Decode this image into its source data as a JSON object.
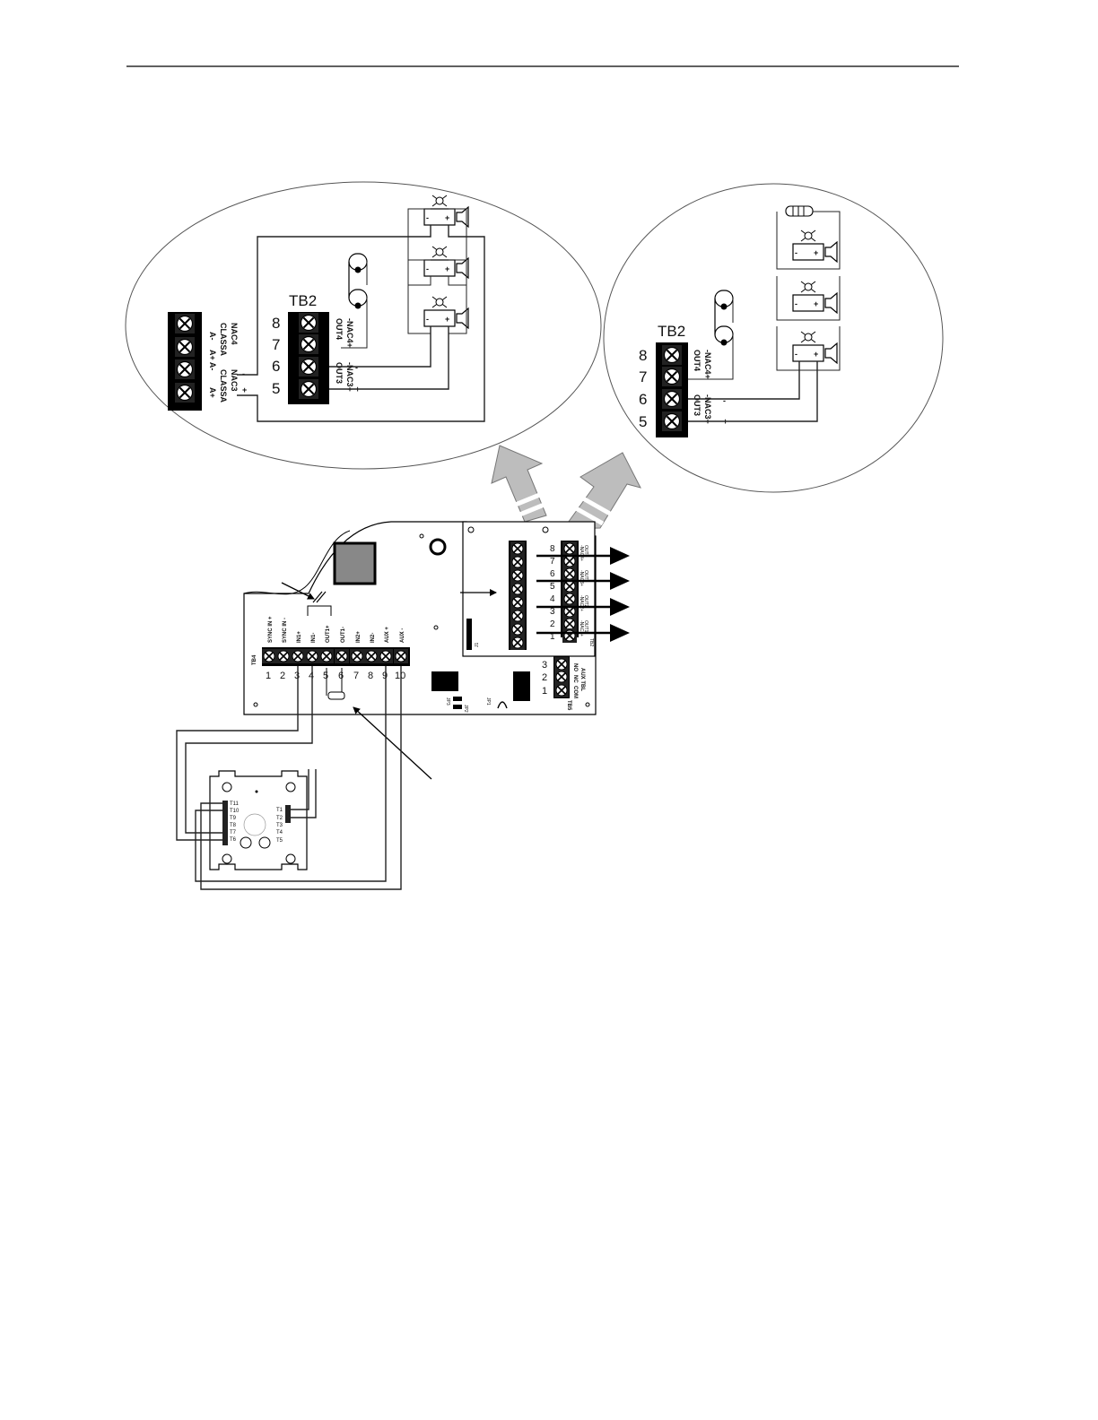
{
  "left_detail": {
    "tb2_label": "TB2",
    "terminal_numbers": [
      "8",
      "7",
      "6",
      "5"
    ],
    "tb2_labels": [
      "OUT4",
      "-NAC4+",
      "OUT3",
      "-NAC3+"
    ],
    "classa_labels": [
      "NAC4",
      "CLASSA",
      "A-",
      "A+",
      "A+ A-",
      "NAC3",
      "CLASSA",
      "A+"
    ],
    "polarity": [
      "-",
      "+",
      "-",
      "+"
    ]
  },
  "right_detail": {
    "tb2_label": "TB2",
    "terminal_numbers": [
      "8",
      "7",
      "6",
      "5"
    ],
    "tb2_labels": [
      "OUT4",
      "-NAC4+",
      "OUT3",
      "-NAC3+"
    ],
    "polarity": [
      "-",
      "+"
    ]
  },
  "device_polarity": [
    "-",
    "+"
  ],
  "main_board": {
    "tb4_label": "TB4",
    "tb4_terminal_labels": [
      "SYNC IN +",
      "SYNC IN -",
      "IN1+",
      "IN1-",
      "OUT1+",
      "OUT1-",
      "IN2+",
      "IN2-",
      "AUX +",
      "AUX -"
    ],
    "tb4_numbers": [
      "1",
      "2",
      "3",
      "4",
      "5",
      "6",
      "7",
      "8",
      "9",
      "10"
    ],
    "tb5_label": "TB5",
    "tb5_header": "AUX TBL",
    "tb5_labels": [
      "NO",
      "NC",
      "COM"
    ],
    "tb5_numbers": [
      "3",
      "2",
      "1"
    ],
    "jumpers": [
      "JP3",
      "JP2",
      "JP1"
    ]
  },
  "expander": {
    "tb2_numbers": [
      "8",
      "7",
      "6",
      "5",
      "4",
      "3",
      "2",
      "1"
    ],
    "tb2_labels": [
      "OUT4",
      "-NAC4+",
      "OUT3",
      "-NAC3+",
      "OUT2",
      "-NAC2+",
      "OUT1",
      "-NAC1+"
    ],
    "tb2_label": "TB2",
    "connector_label": "J1"
  },
  "module": {
    "left_terminals": [
      "T11",
      "T10",
      "T9",
      "T8",
      "T7",
      "T6"
    ],
    "right_terminals": [
      "T1",
      "T2",
      "T3",
      "T4",
      "T5"
    ]
  }
}
